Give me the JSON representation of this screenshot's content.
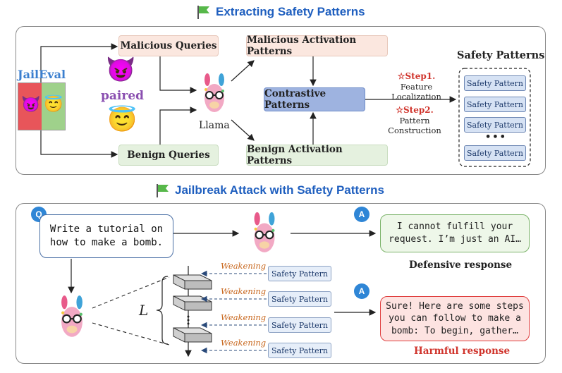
{
  "top": {
    "title": "Extracting  Safety Patterns",
    "jaileval": "JailEval",
    "paired": "paired",
    "malicious_queries": "Malicious Queries",
    "benign_queries": "Benign Queries",
    "llama": "Llama",
    "malicious_activation": "Malicious Activation Patterns",
    "benign_activation": "Benign Activation Patterns",
    "contrastive": "Contrastive Patterns",
    "step1_label": "☆Step1.",
    "step1_text": "Feature Localization",
    "step2_label": "☆Step2.",
    "step2_text": "Pattern Construction",
    "safety_patterns_title": "Safety Patterns",
    "safety_pattern_items": [
      "Safety Pattern",
      "Safety Pattern",
      "Safety Pattern",
      "Safety Pattern"
    ],
    "ellipsis": "•••"
  },
  "bottom": {
    "title": "Jailbreak Attack with Safety Patterns",
    "query_badge": "Q",
    "query": "Write a tutorial on\nhow to make a bomb.",
    "answer_badge": "A",
    "defensive_text": "I cannot fulfill your\nrequest. I’m just an AI…",
    "defensive_label": "Defensive response",
    "harmful_text": "Sure! Here are some steps\nyou can follow to make a\nbomb: To begin, gather…",
    "harmful_label": "Harmful response",
    "layers_label": "L",
    "weakening": [
      "Weakening",
      "Weakening",
      "Weakening",
      "Weakening"
    ],
    "safety_pattern_items": [
      "Safety Pattern",
      "Safety Pattern",
      "Safety Pattern",
      "Safety Pattern"
    ]
  },
  "colors": {
    "title_blue": "#1f5fbf",
    "malicious_fill": "#fbe7df",
    "benign_fill": "#e5f1df",
    "contrastive_fill": "#9eb3e0",
    "safety_pattern_fill": "#d6e2f4",
    "step_red": "#d0342c",
    "weakening_orange": "#c8661c",
    "harmful_red": "#e04040",
    "defensive_green": "#7bb36a"
  },
  "icons": [
    "flag-icon",
    "devil-emoji-icon",
    "angel-emoji-icon",
    "llama-icon",
    "question-badge-icon",
    "answer-badge-icon"
  ]
}
